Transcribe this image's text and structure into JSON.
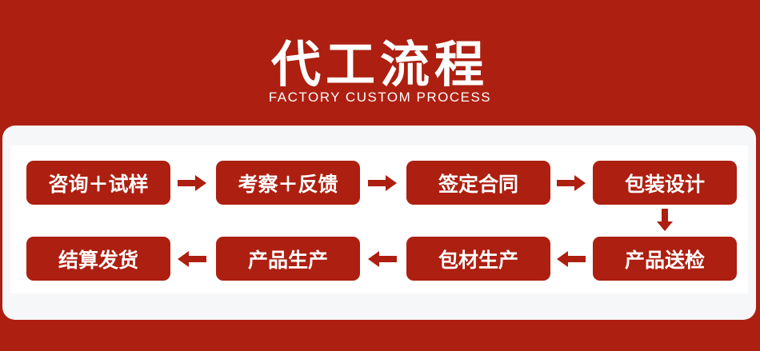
{
  "header": {
    "title": "代工流程",
    "subtitle": "FACTORY CUSTOM PROCESS"
  },
  "steps": [
    "咨询＋试样",
    "考察＋反馈",
    "签定合同",
    "包装设计",
    "产品送检",
    "包材生产",
    "产品生产",
    "结算发货"
  ],
  "colors": {
    "brand": "#ad1f10"
  }
}
